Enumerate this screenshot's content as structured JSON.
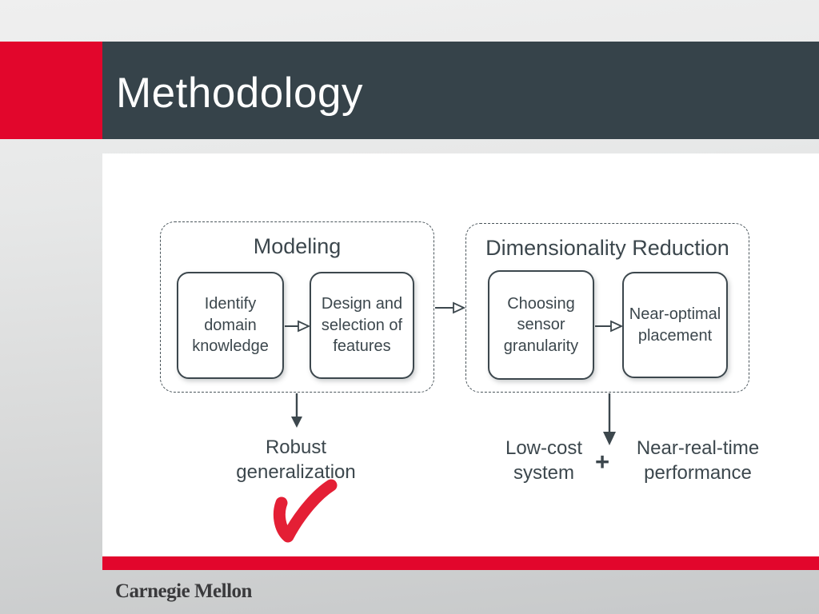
{
  "slide": {
    "title": "Methodology",
    "footer_logo": "Carnegie Mellon"
  },
  "colors": {
    "header_bar": "#36434a",
    "accent_red": "#e2062c",
    "checkmark_red": "#e41f35",
    "diagram_ink": "#3c474d"
  },
  "diagram": {
    "groups": [
      {
        "title": "Modeling",
        "nodes": [
          {
            "lines": [
              "Identify",
              "domain",
              "knowledge"
            ]
          },
          {
            "lines": [
              "Design and",
              "selection of",
              "features"
            ]
          }
        ]
      },
      {
        "title": "Dimensionality Reduction",
        "nodes": [
          {
            "lines": [
              "Choosing",
              "sensor",
              "granularity"
            ]
          },
          {
            "lines": [
              "Near-optimal",
              "placement"
            ]
          }
        ]
      }
    ],
    "outcomes": {
      "robust": {
        "lines": [
          "Robust",
          "generalization"
        ]
      },
      "low_cost": {
        "lines": [
          "Low-cost",
          "system"
        ]
      },
      "plus": "+",
      "near_real_time": {
        "lines": [
          "Near-real-time",
          "performance"
        ]
      }
    }
  }
}
